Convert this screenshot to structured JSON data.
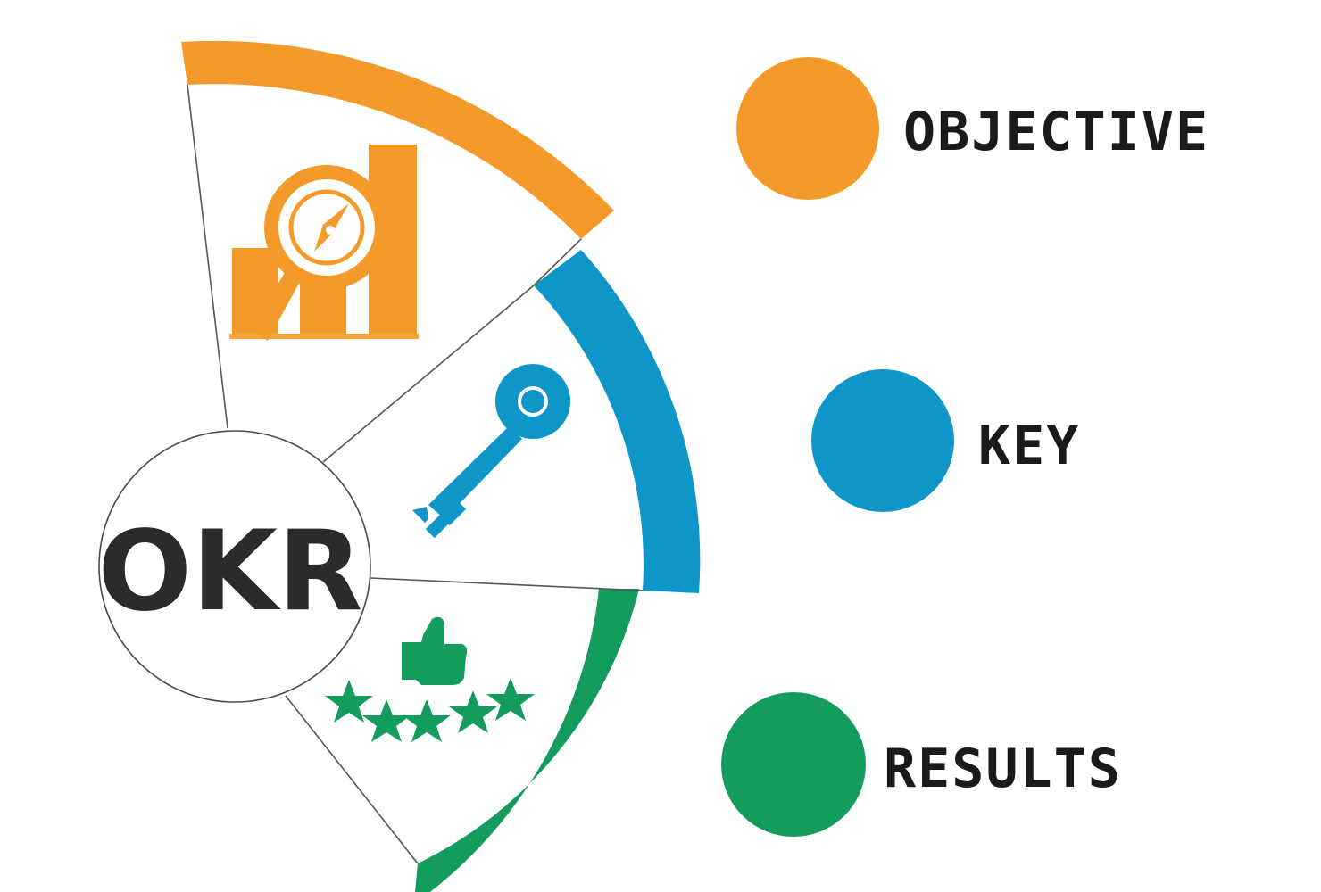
{
  "center": {
    "label": "OKR"
  },
  "colors": {
    "objective": "#f39a2b",
    "key": "#0f96c9",
    "results": "#149c5c",
    "text": "#1a1a1a",
    "line": "#444444"
  },
  "legend": [
    {
      "id": "objective",
      "label": "OBJECTIVE",
      "color": "#f39a2b"
    },
    {
      "id": "key",
      "label": "KEY",
      "color": "#0f96c9"
    },
    {
      "id": "results",
      "label": "RESULTS",
      "color": "#149c5c"
    }
  ],
  "icons": {
    "objective": "chart-magnifier-compass-icon",
    "key": "key-icon",
    "results": "thumbs-up-stars-icon"
  }
}
